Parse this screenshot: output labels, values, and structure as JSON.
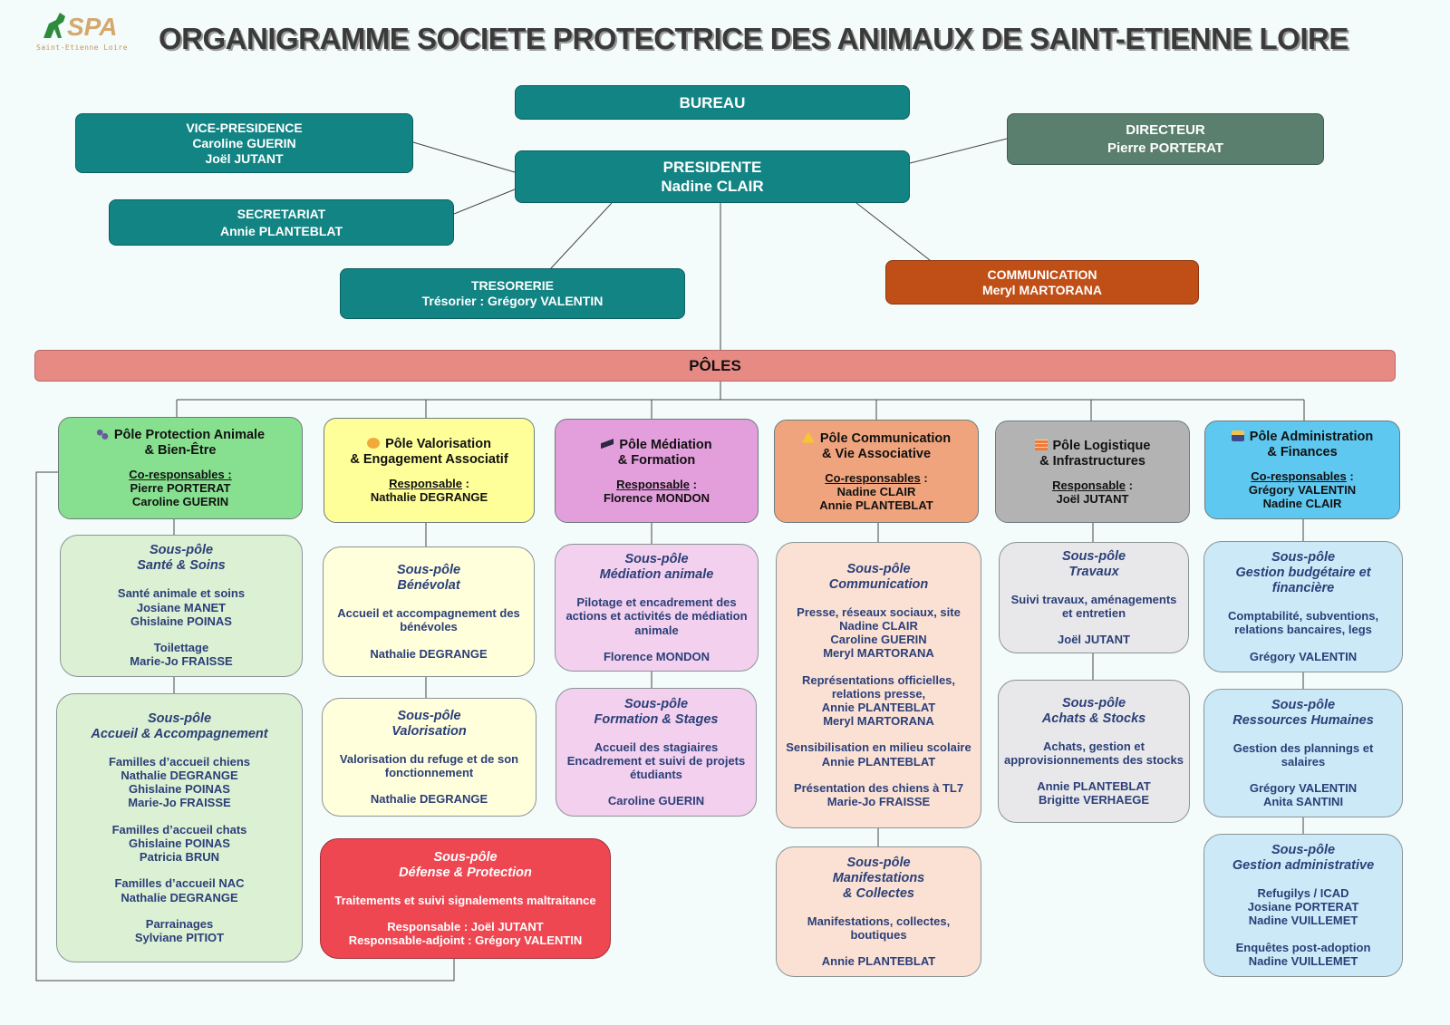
{
  "logo": {
    "text": "SPA",
    "subtitle": "Saint-Etienne Loire"
  },
  "header": {
    "title": "ORGANIGRAMME SOCIETE PROTECTRICE DES ANIMAUX DE SAINT-ETIENNE LOIRE"
  },
  "bureau": {
    "label": "BUREAU"
  },
  "president": {
    "role": "PRESIDENTE",
    "name": "Nadine CLAIR"
  },
  "vice": {
    "role": "VICE-PRESIDENCE",
    "names": [
      "Caroline GUERIN",
      "Joël JUTANT"
    ]
  },
  "secretariat": {
    "role": "SECRETARIAT",
    "name": "Annie PLANTEBLAT"
  },
  "tresorerie": {
    "role": "TRESORERIE",
    "name": "Trésorier : Grégory VALENTIN"
  },
  "directeur": {
    "role": "DIRECTEUR",
    "name": "Pierre PORTERAT"
  },
  "communication": {
    "role": "COMMUNICATION",
    "name": "Meryl MARTORANA"
  },
  "poles_label": "PÔLES",
  "colors": {
    "teal": "#138484",
    "directeur": "#5a7f6e",
    "communication": "#c04f17",
    "poles": "#e88a84",
    "red": "#ee4751",
    "text_sub": "#2b3f78"
  },
  "poles": [
    {
      "icon": "paw-icon",
      "title": [
        "Pôle Protection Animale",
        "& Bien-Être"
      ],
      "role_label": "Co-responsables :",
      "role_sep": "",
      "members": [
        "Pierre PORTERAT",
        "Caroline GUERIN"
      ],
      "color": "#86e08f",
      "sub_color": "#dcf0d4",
      "subs": [
        {
          "heading": [
            "Sous-pôle",
            "Santé & Soins"
          ],
          "groups": [
            [
              "Santé animale et soins",
              "Josiane MANET",
              "Ghislaine POINAS"
            ],
            [
              "Toilettage",
              "Marie-Jo FRAISSE"
            ]
          ]
        },
        {
          "heading": [
            "Sous-pôle",
            "Accueil & Accompagnement"
          ],
          "groups": [
            [
              "Familles d’accueil chiens",
              "Nathalie DEGRANGE",
              "Ghislaine POINAS",
              "Marie-Jo FRAISSE"
            ],
            [
              "Familles d’accueil chats",
              "Ghislaine POINAS",
              "Patricia BRUN"
            ],
            [
              "Familles d’accueil NAC",
              "Nathalie DEGRANGE"
            ],
            [
              "Parrainages",
              "Sylviane PITIOT"
            ]
          ]
        }
      ]
    },
    {
      "icon": "handshake-icon",
      "title": [
        "Pôle Valorisation",
        "& Engagement Associatif"
      ],
      "role_label": "Responsable",
      "role_sep": " :",
      "members": [
        "Nathalie DEGRANGE"
      ],
      "color": "#ffff99",
      "sub_color": "#ffffdc",
      "subs": [
        {
          "heading": [
            "Sous-pôle",
            "Bénévolat"
          ],
          "groups": [
            [
              "Accueil et accompagnement des bénévoles"
            ],
            [
              "Nathalie DEGRANGE"
            ]
          ]
        },
        {
          "heading": [
            "Sous-pôle",
            "Valorisation"
          ],
          "groups": [
            [
              "Valorisation du refuge et de son fonctionnement"
            ],
            [
              "Nathalie DEGRANGE"
            ]
          ]
        },
        {
          "heading": [
            "Sous-pôle",
            "Défense & Protection"
          ],
          "groups": [
            [
              "Traitements et suivi signalements maltraitance"
            ],
            [
              "Responsable : Joël JUTANT",
              "Responsable-adjoint : Grégory VALENTIN"
            ]
          ]
        }
      ]
    },
    {
      "icon": "graduation-cap-icon",
      "title": [
        "Pôle Médiation",
        "& Formation"
      ],
      "role_label": "Responsable",
      "role_sep": " :",
      "members": [
        "Florence MONDON"
      ],
      "color": "#e39edc",
      "sub_color": "#f2d0ee",
      "subs": [
        {
          "heading": [
            "Sous-pôle",
            "Médiation animale"
          ],
          "groups": [
            [
              "Pilotage et encadrement des actions et activités de médiation animale"
            ],
            [
              "Florence MONDON"
            ]
          ]
        },
        {
          "heading": [
            "Sous-pôle",
            "Formation & Stages"
          ],
          "groups": [
            [
              "Accueil des stagiaires",
              "Encadrement et suivi de projets étudiants"
            ],
            [
              "Caroline GUERIN"
            ]
          ]
        }
      ]
    },
    {
      "icon": "bell-icon",
      "title": [
        "Pôle Communication",
        "& Vie Associative"
      ],
      "role_label": "Co-responsables",
      "role_sep": " :",
      "members": [
        "Nadine CLAIR",
        "Annie PLANTEBLAT"
      ],
      "color": "#f0a47e",
      "sub_color": "#fbe1d4",
      "subs": [
        {
          "heading": [
            "Sous-pôle",
            "Communication"
          ],
          "groups": [
            [
              "Presse, réseaux sociaux, site",
              "Nadine CLAIR",
              "Caroline GUERIN",
              "Meryl MARTORANA"
            ],
            [
              "Représentations officielles, relations presse,",
              "Annie PLANTEBLAT",
              "Meryl MARTORANA"
            ],
            [
              "Sensibilisation en milieu scolaire",
              "Annie PLANTEBLAT"
            ],
            [
              "Présentation des chiens à TL7",
              "Marie-Jo FRAISSE"
            ]
          ]
        },
        {
          "heading": [
            "Sous-pôle",
            "Manifestations",
            "& Collectes"
          ],
          "groups": [
            [
              "Manifestations, collectes, boutiques"
            ],
            [
              "Annie PLANTEBLAT"
            ]
          ]
        }
      ]
    },
    {
      "icon": "brick-wall-icon",
      "title": [
        "Pôle Logistique",
        "& Infrastructures"
      ],
      "role_label": "Responsable",
      "role_sep": " :",
      "members": [
        "Joël JUTANT"
      ],
      "color": "#b3b3b3",
      "sub_color": "#e8e8ea",
      "subs": [
        {
          "heading": [
            "Sous-pôle",
            "Travaux"
          ],
          "groups": [
            [
              "Suivi travaux, aménagements et entretien"
            ],
            [
              "Joël JUTANT"
            ]
          ]
        },
        {
          "heading": [
            "Sous-pôle",
            "Achats & Stocks"
          ],
          "groups": [
            [
              "Achats, gestion et approvisionnements des stocks"
            ],
            [
              "Annie PLANTEBLAT",
              "Brigitte VERHAEGE"
            ]
          ]
        }
      ]
    },
    {
      "icon": "floppy-disk-icon",
      "title": [
        "Pôle Administration",
        "& Finances"
      ],
      "role_label": "Co-responsables",
      "role_sep": " :",
      "members": [
        "Grégory VALENTIN",
        "Nadine CLAIR"
      ],
      "color": "#5ec8f0",
      "sub_color": "#cce9f8",
      "subs": [
        {
          "heading": [
            "Sous-pôle",
            "Gestion budgétaire et financière"
          ],
          "groups": [
            [
              "Comptabilité, subventions, relations bancaires, legs"
            ],
            [
              "Grégory VALENTIN"
            ]
          ]
        },
        {
          "heading": [
            "Sous-pôle",
            "Ressources Humaines"
          ],
          "groups": [
            [
              "Gestion des plannings et salaires"
            ],
            [
              "Grégory VALENTIN",
              "Anita SANTINI"
            ]
          ]
        },
        {
          "heading": [
            "Sous-pôle",
            "Gestion administrative"
          ],
          "groups": [
            [
              "Refugilys / ICAD",
              "Josiane PORTERAT",
              "Nadine VUILLEMET"
            ],
            [
              "Enquêtes post-adoption",
              "Nadine VUILLEMET"
            ]
          ]
        }
      ]
    }
  ]
}
